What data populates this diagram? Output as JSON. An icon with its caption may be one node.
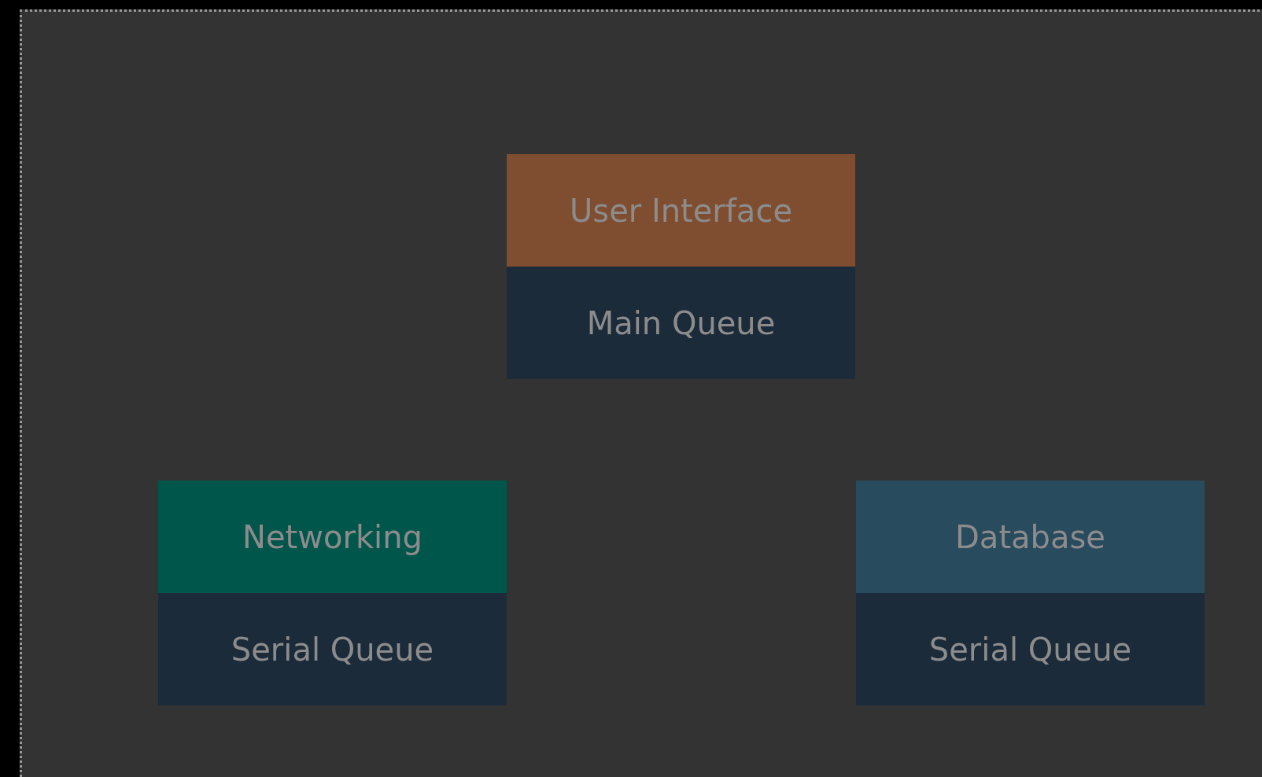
{
  "diagram": {
    "nodes": [
      {
        "text": [
          "User Interface"
        ]
      },
      {
        "text": [
          "Main Queue"
        ]
      },
      {
        "text": [
          "Networking"
        ]
      },
      {
        "text": [
          "Serial Queue"
        ]
      },
      {
        "text": [
          "Database"
        ]
      },
      {
        "text": [
          "Serial Queue"
        ]
      }
    ]
  }
}
